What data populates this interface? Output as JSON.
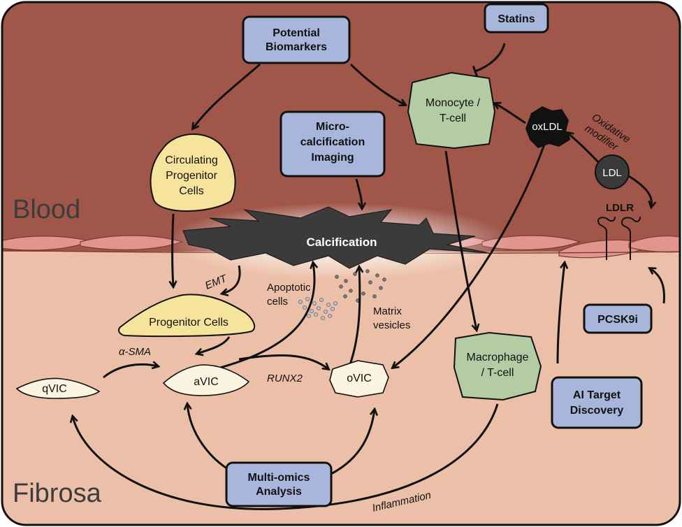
{
  "regions": {
    "blood": "Blood",
    "fibrosa": "Fibrosa"
  },
  "boxes": {
    "biomarkers": [
      "Potential",
      "Biomarkers"
    ],
    "statins": [
      "Statins"
    ],
    "imaging": [
      "Micro-",
      "calcification",
      "Imaging"
    ],
    "pcsk9i": [
      "PCSK9i"
    ],
    "ai": [
      "AI Target",
      "Discovery"
    ],
    "omics": [
      "Multi-omics",
      "Analysis"
    ]
  },
  "cells": {
    "circulating": [
      "Circulating",
      "Progenitor",
      "Cells"
    ],
    "monocyte": [
      "Monocyte /",
      "T-cell"
    ],
    "progenitor": [
      "Progenitor Cells"
    ],
    "macrophage": [
      "Macrophage",
      "/ T-cell"
    ],
    "qvic": "qVIC",
    "avic": "aVIC",
    "ovic": "oVIC",
    "oxldl": "oxLDL",
    "ldl": "LDL"
  },
  "labels": {
    "calcification": "Calcification",
    "ldlr": "LDLR",
    "oxidative": [
      "Oxidative",
      "modifier"
    ],
    "emt": "EMT",
    "apoptotic": [
      "Apoptotic",
      "cells"
    ],
    "matrix": [
      "Matrix",
      "vesicles"
    ],
    "asma": "α-SMA",
    "runx2": "RUNX2",
    "inflammation": "Inflammation"
  },
  "colors": {
    "blood": "#a0574a",
    "fibrosa": "#ecc0a8",
    "box_fill": "#a9b6dc",
    "circulating_fill": "#f7e49c",
    "immune_fill": "#b4cca4",
    "vic_fill": "#fbf4e0",
    "endothelium": "#e2958f",
    "calcification": "#3b3b3b"
  }
}
